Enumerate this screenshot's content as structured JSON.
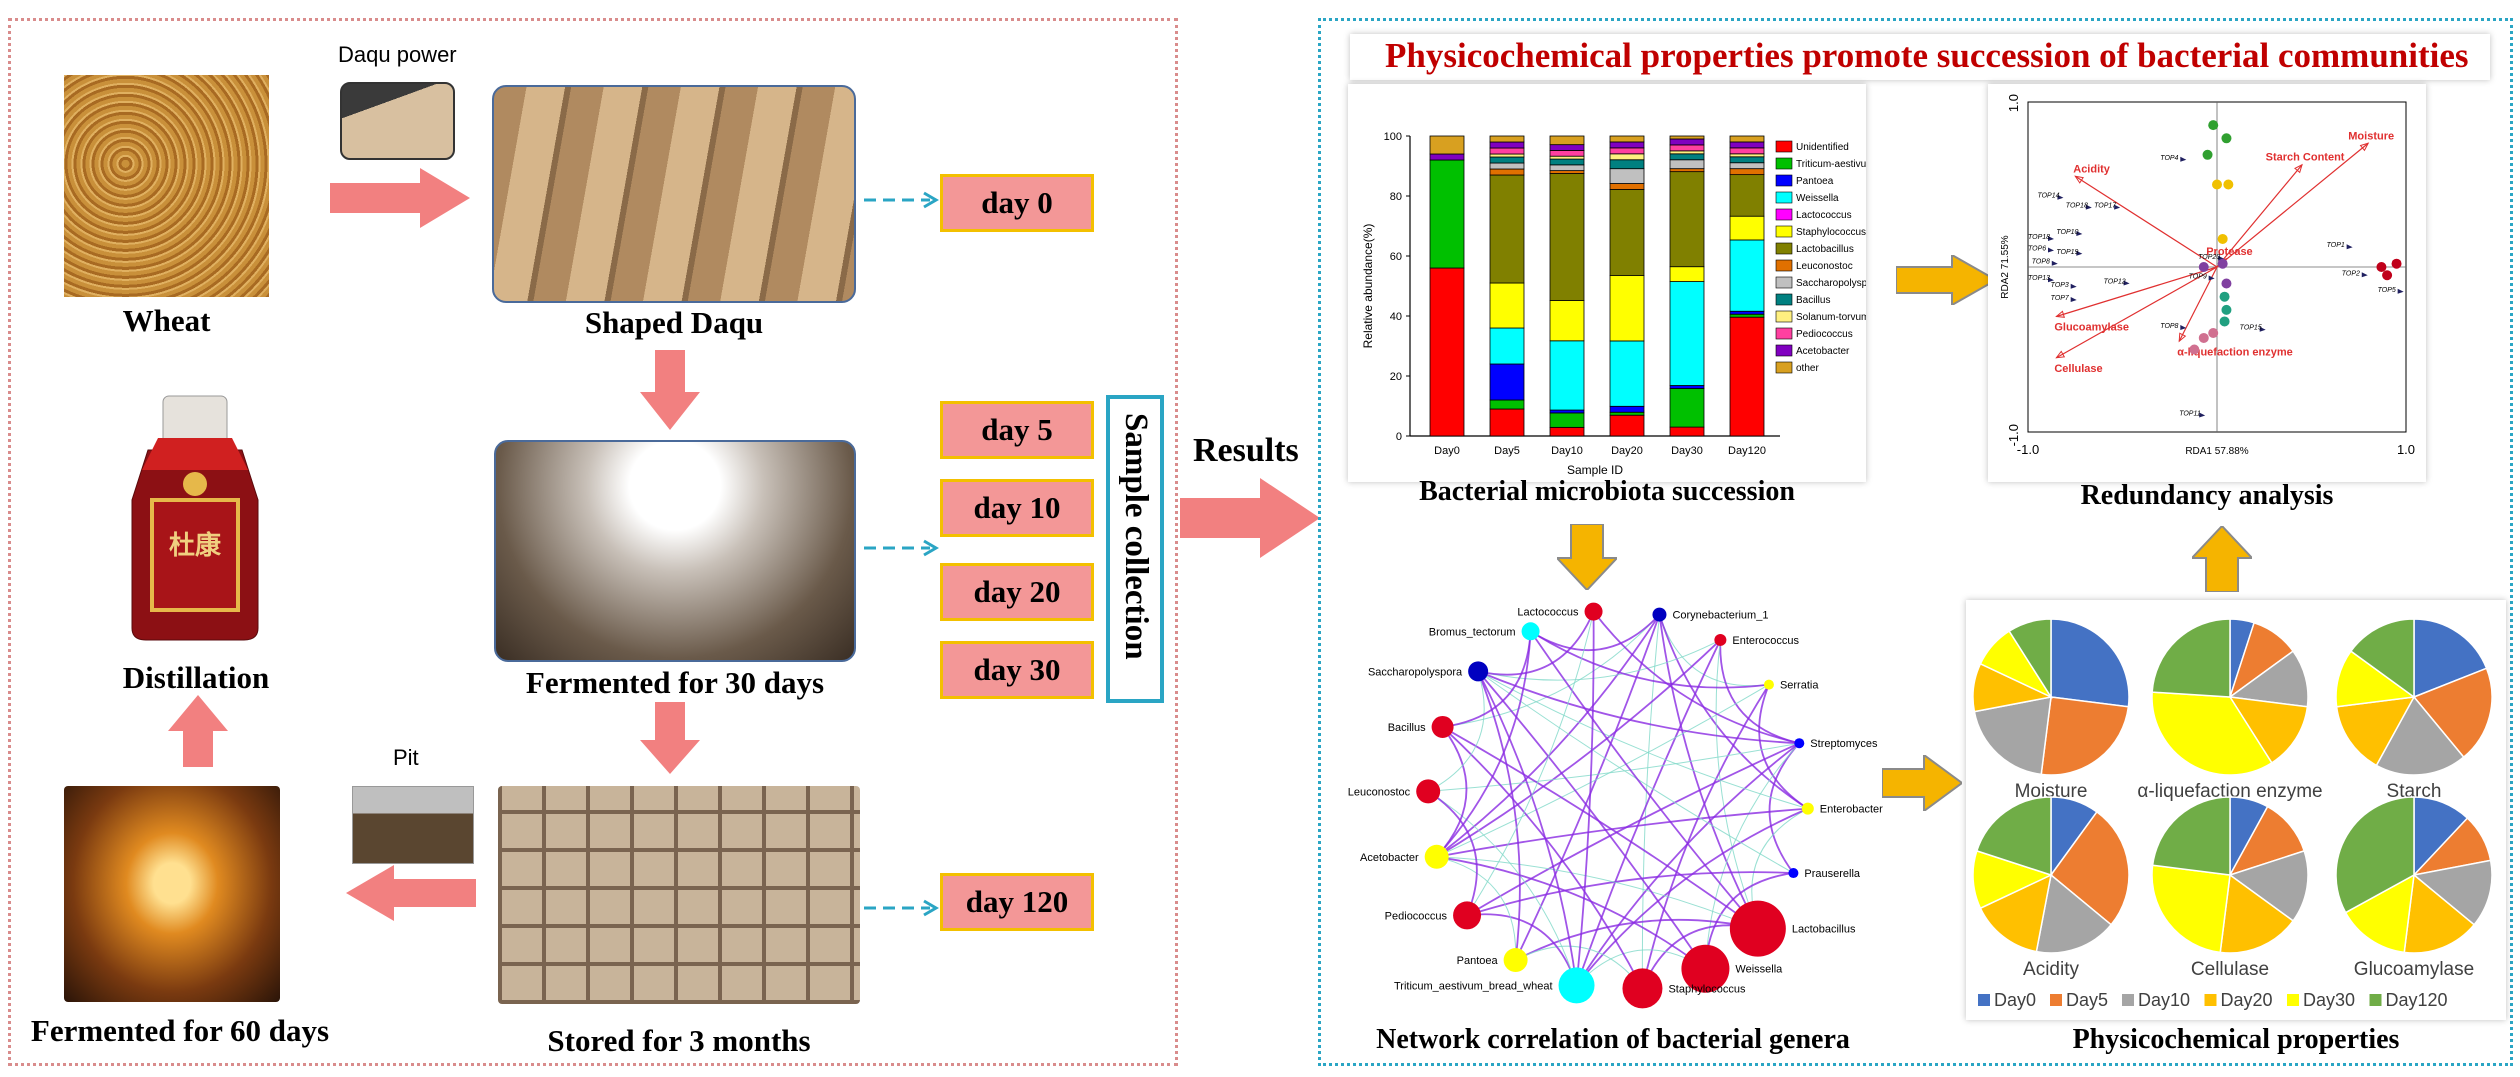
{
  "left": {
    "daqu_power": "Daqu power",
    "wheat": "Wheat",
    "shaped_daqu": "Shaped Daqu",
    "distillation": "Distillation",
    "fermented_30": "Fermented for 30 days",
    "pit": "Pit",
    "fermented_60": "Fermented for 60 days",
    "stored_3": "Stored for 3 months",
    "days": [
      "day 0",
      "day 5",
      "day 10",
      "day 20",
      "day 30",
      "day 120"
    ],
    "sample_collection": "Sample collection",
    "bottle_text": "杜康"
  },
  "results": "Results",
  "right": {
    "title": "Physicochemical properties promote succession of bacterial communities",
    "bar_caption": "Bacterial  microbiota succession",
    "rda_caption": "Redundancy analysis",
    "network_caption": "Network correlation of bacterial genera",
    "pie_caption": "Physicochemical properties"
  },
  "colors": {
    "arrow_pink": "#f28080",
    "day_box": "#f39797",
    "day_border": "#f3c000",
    "frame_left": "#d98c8c",
    "frame_right": "#2aa5c4",
    "title_red": "#c00000",
    "gold_arrow": "#f5b400"
  },
  "chart_data": [
    {
      "type": "bar",
      "stacked": true,
      "xlabel": "Sample ID",
      "ylabel": "Relative abundance(%)",
      "ylim": [
        0,
        100
      ],
      "yticks": [
        "0",
        "20",
        "40",
        "60",
        "80",
        "100"
      ],
      "categories": [
        "Day0",
        "Day5",
        "Day10",
        "Day20",
        "Day30",
        "Day120"
      ],
      "series": [
        {
          "name": "Unidentified",
          "color": "#ff0000",
          "values": [
            56,
            9,
            3,
            7,
            3,
            40
          ]
        },
        {
          "name": "Triticum-aestivum-bread-wheat",
          "color": "#00c000",
          "values": [
            36,
            3,
            5,
            1,
            13,
            1
          ]
        },
        {
          "name": "Pantoea",
          "color": "#0000ff",
          "values": [
            0,
            12,
            1,
            2,
            1,
            1
          ]
        },
        {
          "name": "Weissella",
          "color": "#00ffff",
          "values": [
            0,
            12,
            24,
            22,
            35,
            24
          ]
        },
        {
          "name": "Lactococcus",
          "color": "#ff00ff",
          "values": [
            0,
            0,
            0,
            0,
            0,
            0
          ]
        },
        {
          "name": "Staphylococcus",
          "color": "#ffff00",
          "values": [
            0,
            15,
            14,
            22,
            5,
            8
          ]
        },
        {
          "name": "Lactobacillus",
          "color": "#808000",
          "values": [
            0,
            36,
            44,
            29,
            32,
            14
          ]
        },
        {
          "name": "Leuconostoc",
          "color": "#e07000",
          "values": [
            0,
            2,
            1,
            2,
            1,
            2
          ]
        },
        {
          "name": "Saccharopolyspora",
          "color": "#c0c0c0",
          "values": [
            0,
            2,
            2,
            5,
            3,
            2
          ]
        },
        {
          "name": "Bacillus",
          "color": "#008080",
          "values": [
            0,
            2,
            2,
            3,
            2,
            2
          ]
        },
        {
          "name": "Solanum-torvum",
          "color": "#fff080",
          "values": [
            0,
            1,
            1,
            2,
            1,
            1
          ]
        },
        {
          "name": "Pediococcus",
          "color": "#ff40a0",
          "values": [
            0,
            2,
            2,
            2,
            2,
            2
          ]
        },
        {
          "name": "Acetobacter",
          "color": "#8000c0",
          "values": [
            2,
            2,
            2,
            2,
            2,
            2
          ]
        },
        {
          "name": "other",
          "color": "#d8a020",
          "values": [
            6,
            2,
            3,
            2,
            1,
            2
          ]
        }
      ]
    },
    {
      "type": "scatter",
      "xlabel": "RDA1 57.88%",
      "ylabel": "RDA2 71.55%",
      "xticks": [
        "-1.0",
        "1.0"
      ],
      "yticks": [
        "1.0",
        "-1.0"
      ],
      "xlim": [
        -1.0,
        1.0
      ],
      "ylim": [
        -1.0,
        1.0
      ],
      "vectors": [
        {
          "name": "Acidity",
          "x": -0.75,
          "y": 0.55
        },
        {
          "name": "Starch Content",
          "x": 0.45,
          "y": 0.62
        },
        {
          "name": "Moisture",
          "x": 0.8,
          "y": 0.75
        },
        {
          "name": "Protease",
          "x": 0.05,
          "y": 0.05
        },
        {
          "name": "Glucoamylase",
          "x": -0.85,
          "y": -0.3
        },
        {
          "name": "Cellulase",
          "x": -0.85,
          "y": -0.55
        },
        {
          "name": "α-liquefaction enzyme",
          "x": -0.2,
          "y": -0.45
        }
      ],
      "points": [
        {
          "group": "Day0",
          "color": "#c0001a",
          "x": 0.87,
          "y": 0.0
        },
        {
          "group": "Day0",
          "color": "#c0001a",
          "x": 0.95,
          "y": 0.02
        },
        {
          "group": "Day0",
          "color": "#c0001a",
          "x": 0.9,
          "y": -0.05
        },
        {
          "group": "Day5",
          "color": "#30a030",
          "x": -0.02,
          "y": 0.86
        },
        {
          "group": "Day5",
          "color": "#30a030",
          "x": 0.05,
          "y": 0.78
        },
        {
          "group": "Day5",
          "color": "#30a030",
          "x": -0.05,
          "y": 0.68
        },
        {
          "group": "Day10",
          "color": "#f0c000",
          "x": 0.0,
          "y": 0.5
        },
        {
          "group": "Day10",
          "color": "#f0c000",
          "x": 0.06,
          "y": 0.5
        },
        {
          "group": "Day10",
          "color": "#f0c000",
          "x": 0.03,
          "y": 0.17
        },
        {
          "group": "Day20",
          "color": "#8040a0",
          "x": 0.03,
          "y": 0.02
        },
        {
          "group": "Day20",
          "color": "#8040a0",
          "x": 0.05,
          "y": -0.1
        },
        {
          "group": "Day20",
          "color": "#8040a0",
          "x": -0.07,
          "y": 0.0
        },
        {
          "group": "Day30",
          "color": "#20a080",
          "x": 0.04,
          "y": -0.18
        },
        {
          "group": "Day30",
          "color": "#20a080",
          "x": 0.05,
          "y": -0.26
        },
        {
          "group": "Day30",
          "color": "#20a080",
          "x": 0.04,
          "y": -0.33
        },
        {
          "group": "Day120",
          "color": "#d07090",
          "x": -0.02,
          "y": -0.4
        },
        {
          "group": "Day120",
          "color": "#d07090",
          "x": -0.07,
          "y": -0.43
        },
        {
          "group": "Day120",
          "color": "#d07090",
          "x": -0.12,
          "y": -0.5
        }
      ],
      "otu_labels": [
        {
          "t": "TOP4",
          "x": -0.3,
          "y": 0.65
        },
        {
          "t": "TOP14",
          "x": -0.95,
          "y": 0.42
        },
        {
          "t": "TOP18",
          "x": -0.8,
          "y": 0.36
        },
        {
          "t": "TOP17",
          "x": -0.65,
          "y": 0.36
        },
        {
          "t": "TOP18",
          "x": -1.0,
          "y": 0.17
        },
        {
          "t": "TOP10",
          "x": -0.85,
          "y": 0.2
        },
        {
          "t": "TOP6",
          "x": -1.0,
          "y": 0.1
        },
        {
          "t": "TOP19",
          "x": -0.85,
          "y": 0.08
        },
        {
          "t": "TOP8",
          "x": -0.98,
          "y": 0.02
        },
        {
          "t": "TOP13",
          "x": -1.0,
          "y": -0.08
        },
        {
          "t": "TOP3",
          "x": -0.88,
          "y": -0.12
        },
        {
          "t": "TOP7",
          "x": -0.88,
          "y": -0.2
        },
        {
          "t": "TOP12",
          "x": -0.6,
          "y": -0.1
        },
        {
          "t": "TOP9",
          "x": -0.15,
          "y": -0.07
        },
        {
          "t": "TOP20",
          "x": -0.1,
          "y": 0.05
        },
        {
          "t": "TOP1",
          "x": 0.58,
          "y": 0.12
        },
        {
          "t": "TOP2",
          "x": 0.66,
          "y": -0.05
        },
        {
          "t": "TOP5",
          "x": 0.85,
          "y": -0.15
        },
        {
          "t": "TOP8",
          "x": -0.3,
          "y": -0.37
        },
        {
          "t": "TOP15",
          "x": 0.12,
          "y": -0.38
        },
        {
          "t": "TOP11",
          "x": -0.2,
          "y": -0.9
        }
      ]
    },
    {
      "type": "pie",
      "legend": [
        "Day0",
        "Day5",
        "Day10",
        "Day20",
        "Day30",
        "Day120"
      ],
      "legend_colors": [
        "#4472c4",
        "#ed7d31",
        "#a5a5a5",
        "#ffc000",
        "#ffff00",
        "#70ad47"
      ],
      "pies": [
        {
          "label": "Moisture",
          "values": [
            27,
            25,
            20,
            10,
            9,
            9
          ]
        },
        {
          "label": "α-liquefaction enzyme",
          "values": [
            5,
            10,
            12,
            14,
            35,
            24
          ]
        },
        {
          "label": "Starch",
          "values": [
            19,
            20,
            19,
            15,
            12,
            15
          ]
        },
        {
          "label": "Acidity",
          "values": [
            10,
            26,
            17,
            15,
            12,
            20
          ]
        },
        {
          "label": "Cellulase",
          "values": [
            8,
            12,
            15,
            17,
            25,
            23
          ]
        },
        {
          "label": "Glucoamylase",
          "values": [
            12,
            10,
            14,
            16,
            15,
            33
          ]
        }
      ]
    },
    {
      "type": "network",
      "nodes": [
        {
          "name": "Corynebacterium_1",
          "color": "#0000c0",
          "size": 7
        },
        {
          "name": "Enterococcus",
          "color": "#e00020",
          "size": 6
        },
        {
          "name": "Serratia",
          "color": "#ffff00",
          "size": 5
        },
        {
          "name": "Streptomyces",
          "color": "#0000ff",
          "size": 5
        },
        {
          "name": "Enterobacter",
          "color": "#ffff00",
          "size": 6
        },
        {
          "name": "Prauserella",
          "color": "#0000ff",
          "size": 5
        },
        {
          "name": "Lactobacillus",
          "color": "#e00020",
          "size": 28
        },
        {
          "name": "Weissella",
          "color": "#e00020",
          "size": 24
        },
        {
          "name": "Staphylococcus",
          "color": "#e00020",
          "size": 20
        },
        {
          "name": "Triticum_aestivum_bread_wheat",
          "color": "#00ffff",
          "size": 18
        },
        {
          "name": "Pantoea",
          "color": "#ffff00",
          "size": 12
        },
        {
          "name": "Pediococcus",
          "color": "#e00020",
          "size": 14
        },
        {
          "name": "Acetobacter",
          "color": "#ffff00",
          "size": 12
        },
        {
          "name": "Leuconostoc",
          "color": "#e00020",
          "size": 12
        },
        {
          "name": "Bacillus",
          "color": "#e00020",
          "size": 11
        },
        {
          "name": "Saccharopolyspora",
          "color": "#0000c0",
          "size": 10
        },
        {
          "name": "Bromus_tectorum",
          "color": "#00ffff",
          "size": 9
        },
        {
          "name": "Lactococcus",
          "color": "#e00020",
          "size": 9
        }
      ]
    }
  ]
}
